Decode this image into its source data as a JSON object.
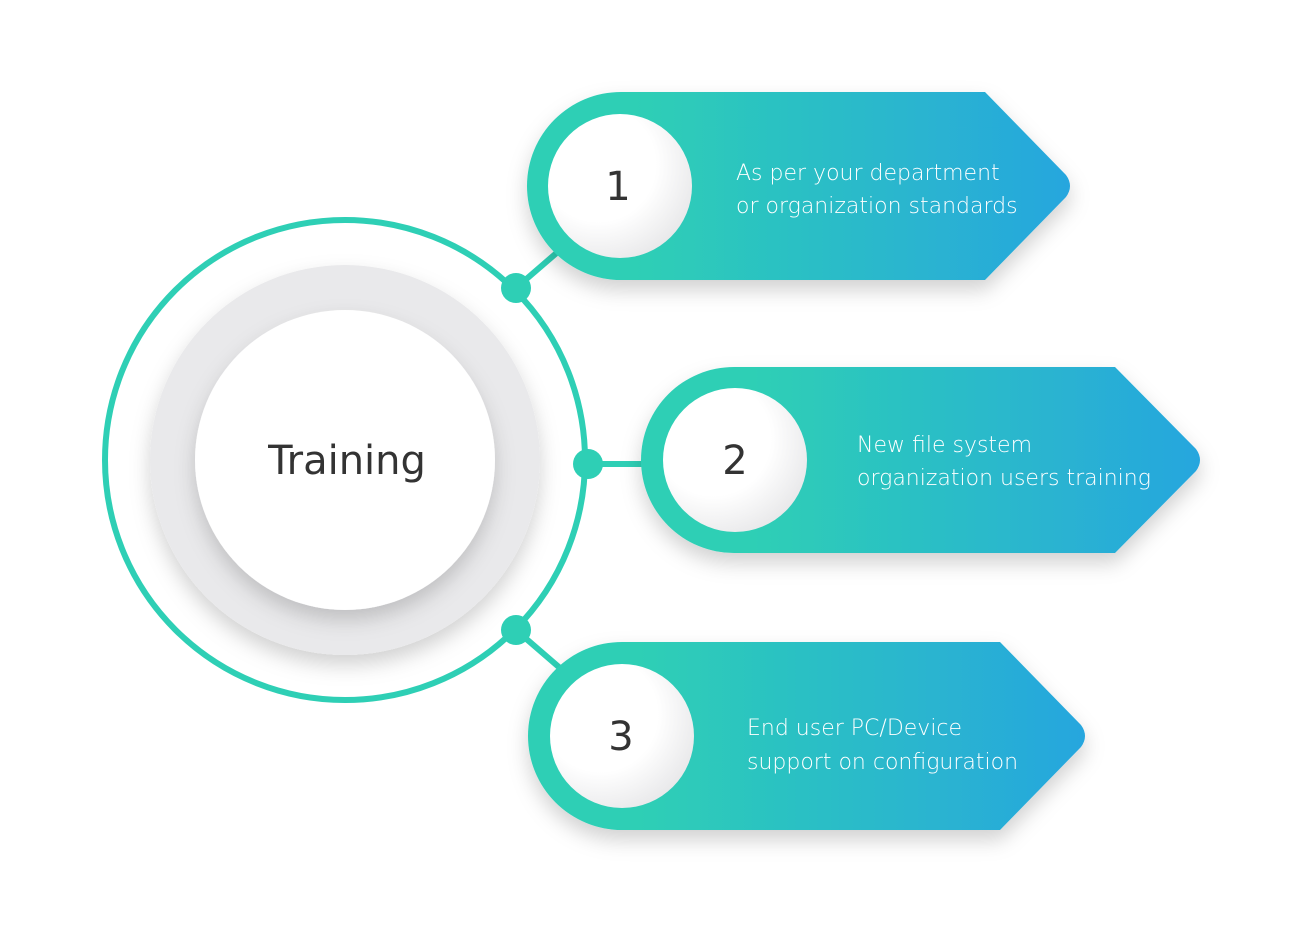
{
  "title": "Training",
  "colors": {
    "teal": "#2ecfb5",
    "blue": "#27a6de"
  },
  "steps": [
    {
      "number": "1",
      "lines": [
        "As per your department",
        "or organization standards"
      ]
    },
    {
      "number": "2",
      "lines": [
        "New file system",
        "organization users training"
      ]
    },
    {
      "number": "3",
      "lines": [
        "End user PC/Device",
        "support on configuration"
      ]
    }
  ]
}
